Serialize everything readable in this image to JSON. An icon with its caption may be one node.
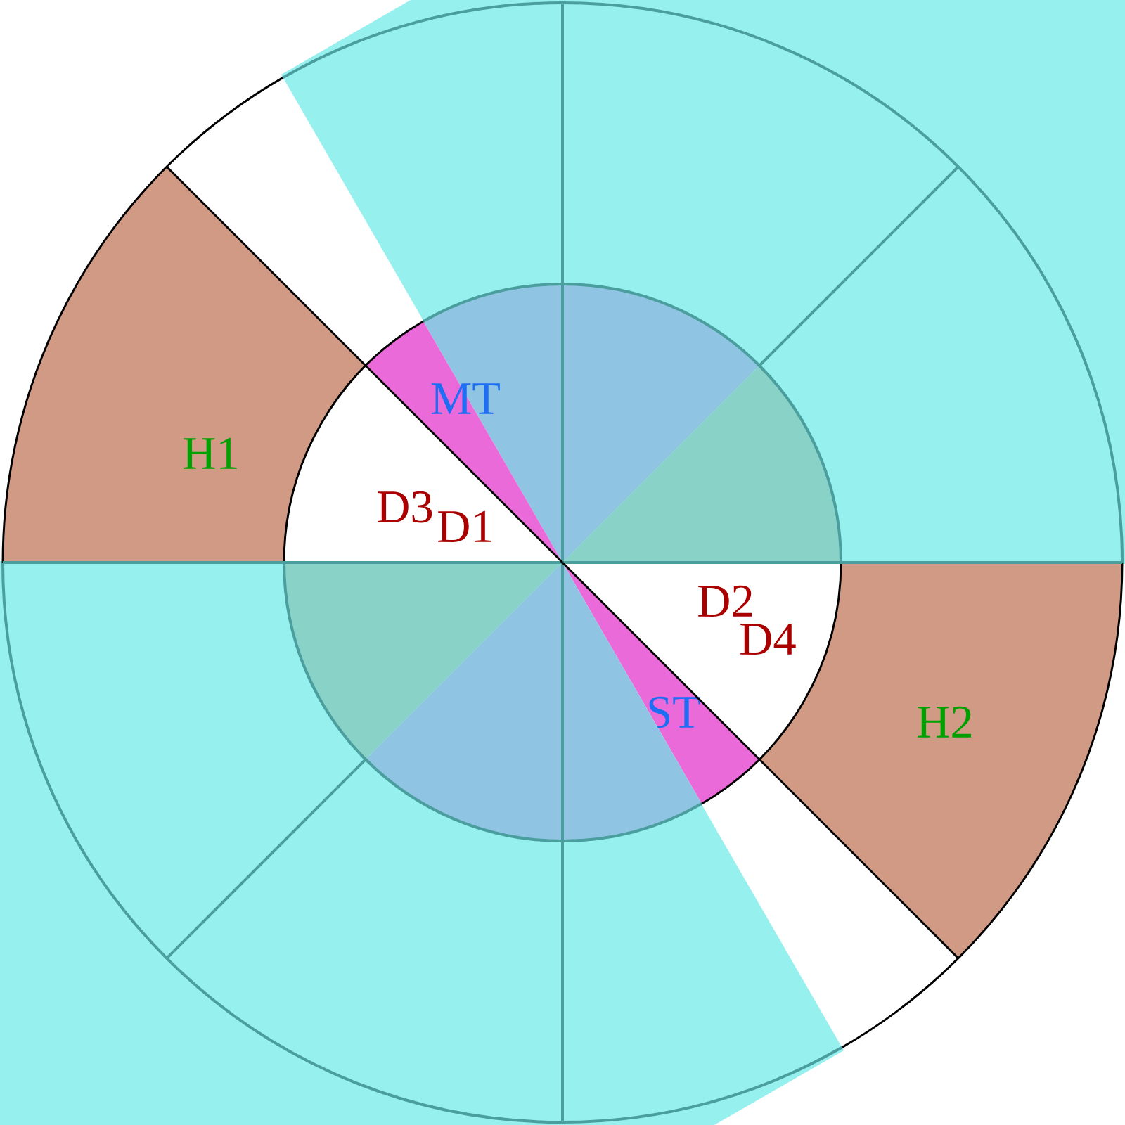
{
  "diagram": {
    "nodes": [
      {
        "text": [
          "H1"
        ]
      },
      {
        "text": [],
        "shape": "sector"
      },
      {
        "text": [
          "MT"
        ]
      },
      {
        "text": [
          "D3",
          "D1"
        ]
      },
      {
        "text": [],
        "shape": "sector"
      },
      {
        "text": [],
        "shape": "sector"
      },
      {
        "text": [
          "D2",
          "D4"
        ]
      },
      {
        "text": [
          "ST"
        ]
      },
      {
        "text": [],
        "shape": "sector"
      },
      {
        "text": [
          "H2"
        ]
      }
    ]
  }
}
